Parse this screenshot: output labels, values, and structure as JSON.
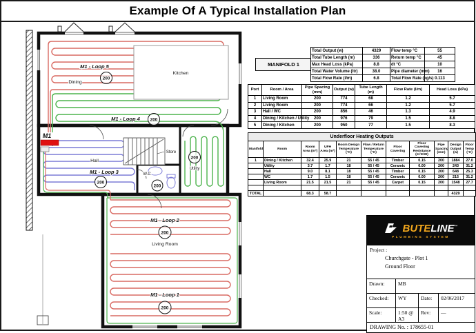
{
  "header": {
    "title": "Example Of A Typical Installation Plan"
  },
  "manifold_box": {
    "label": "MANIFOLD 1"
  },
  "summary": {
    "rows": [
      [
        "Total Output (w)",
        "4329",
        "Flow temp °C",
        "55"
      ],
      [
        "Total Tube Length (m)",
        "336",
        "Return temp °C",
        "45"
      ],
      [
        "Max Head Loss (kPa)",
        "8.8",
        "dt °C",
        "10"
      ],
      [
        "Total Water Volume (ltr)",
        "38.0",
        "Pipe diameter (mm)",
        "16"
      ],
      [
        "Total Flow Rate (l/m)",
        "6.8",
        "Total Flow Rate (kg/s)",
        "0.113"
      ]
    ]
  },
  "port_table": {
    "headers": [
      "Port",
      "Room / Area",
      "Pipe Spacing (mm)",
      "Output (w)",
      "Tube Length (m)",
      "Flow Rate (l/m)",
      "Head Loss (kPa)"
    ],
    "rows": [
      [
        "1",
        "Living Room",
        "200",
        "774",
        "68",
        "1.2",
        "5.7"
      ],
      [
        "2",
        "Living Room",
        "200",
        "774",
        "66",
        "1.2",
        "5.7"
      ],
      [
        "3",
        "Hall / WC",
        "200",
        "856",
        "46",
        "1.3",
        "4.9"
      ],
      [
        "4",
        "Dining / Kitchen / Utility",
        "200",
        "976",
        "79",
        "1.5",
        "8.8"
      ],
      [
        "5",
        "Dining / Kitchen",
        "200",
        "950",
        "77",
        "1.5",
        "8.3"
      ]
    ]
  },
  "ufh_table": {
    "title": "Underfloor Heating Outputs",
    "headers": [
      "Manifold",
      "Room",
      "Room Area (m²)",
      "UFH Area (m²)",
      "Room Design Temperature (°C)",
      "Flow / Return Temperature (°C)",
      "Floor Covering",
      "Floor Covering Resistance (m²K/W)",
      "Pipe Spacing (mm)",
      "Design Output (w)",
      "Floor Temp (°C)"
    ],
    "rows": [
      [
        "1",
        "Dining / Kitchen",
        "32.4",
        "25.9",
        "21",
        "55 / 45",
        "Timber",
        "0.15",
        "200",
        "1884",
        "27.0"
      ],
      [
        "",
        "Utility",
        "3.7",
        "1.7",
        "18",
        "55 / 45",
        "Ceramic",
        "0.00",
        "200",
        "243",
        "31.2"
      ],
      [
        "",
        "Hall",
        "9.0",
        "8.1",
        "18",
        "55 / 45",
        "Timber",
        "0.15",
        "200",
        "648",
        "25.3"
      ],
      [
        "",
        "WC",
        "1.7",
        "1.5",
        "18",
        "55 / 45",
        "Ceramic",
        "0.00",
        "200",
        "215",
        "31.2"
      ],
      [
        "",
        "Living Room",
        "21.5",
        "21.5",
        "21",
        "55 / 45",
        "Carpet",
        "0.15",
        "200",
        "1548",
        "27.7"
      ],
      [
        "",
        "",
        "",
        "",
        "",
        "",
        "",
        "",
        "",
        "",
        ""
      ],
      [
        "TOTAL",
        "",
        "68.3",
        "58.7",
        "",
        "",
        "",
        "",
        "",
        "4329",
        ""
      ]
    ]
  },
  "plan": {
    "manifold_tag": "M1",
    "loops": {
      "loop5": {
        "label": "M1 - Loop 5",
        "spacing": "200"
      },
      "loop4": {
        "label": "M1 - Loop 4",
        "spacing": "200"
      },
      "loop3": {
        "label": "M1 - Loop 3",
        "spacing": "200"
      },
      "loop2": {
        "label": "M1 - Loop 2",
        "spacing": "200"
      },
      "loop1": {
        "label": "M1 - Loop 1",
        "spacing": "200"
      }
    },
    "rooms": {
      "dining": "Dining",
      "kitchen": "Kitchen",
      "hall": "Hall",
      "store": "Store",
      "utility": "Utility",
      "wc": "W.C",
      "living_room": "Living Room"
    },
    "colors": {
      "loop_red": "#d96a62",
      "loop_green": "#4db34d",
      "loop_blue": "#7b7bd6",
      "manifold_red": "#e01010"
    }
  },
  "title_block": {
    "brand": {
      "name_a": "BUTE",
      "name_b": "LINE",
      "tm": "™",
      "tagline": "PLUMBING SYSTEM",
      "yellow": "#f2a71d"
    },
    "project_label": "Project :",
    "project_name": "Churchgate - Plot 1",
    "project_floor": "Ground Floor",
    "drawn_label": "Drawn:",
    "drawn": "MB",
    "checked_label": "Checked:",
    "checked": "WY",
    "date_label": "Date:",
    "date": "02/06/2017",
    "scale_label": "Scale:",
    "scale": "1:50 @ A3",
    "rev_label": "Rev:",
    "rev": "—",
    "drawing_no": "DRAWING No. : 178655-01"
  }
}
